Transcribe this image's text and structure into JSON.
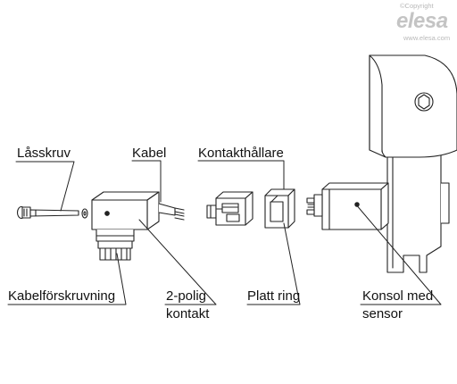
{
  "brand": {
    "copyright": "©Copyright",
    "logo": "elesa",
    "website": "www.elesa.com"
  },
  "labels": {
    "lasskruv": "Låsskruv",
    "kabel": "Kabel",
    "kontakthallare": "Kontakthållare",
    "kabelforskruvning": "Kabelförskruvning",
    "polig_line1": "2-polig",
    "polig_line2": "kontakt",
    "platt_ring": "Platt ring",
    "konsol_line1": "Konsol med",
    "konsol_line2": "sensor"
  },
  "colors": {
    "line": "#222222",
    "part_fill": "#ffffff",
    "bracket_shade": "#eeeeee",
    "watermark": "#c4c4c4"
  }
}
